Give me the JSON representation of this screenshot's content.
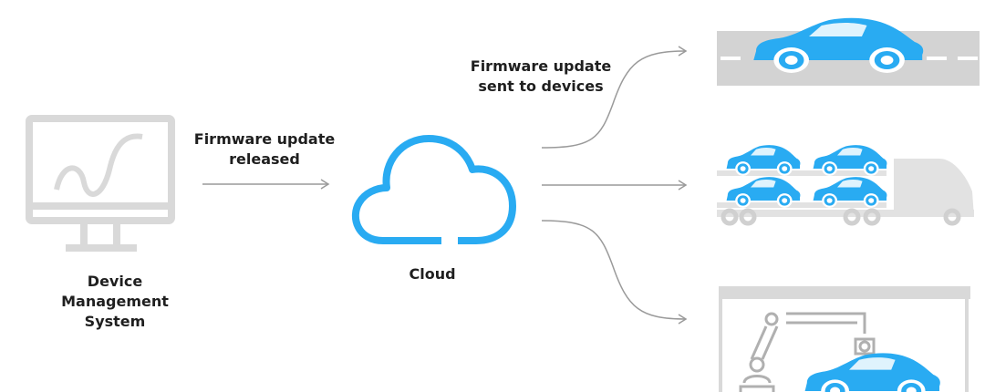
{
  "labels": {
    "dms": [
      "Device",
      "Management",
      "System"
    ],
    "released": [
      "Firmware update",
      "released"
    ],
    "cloud": "Cloud",
    "sent": [
      "Firmware update",
      "sent to devices"
    ]
  },
  "colors": {
    "accent": "#29abf2",
    "gray": "#d9d9d9",
    "line": "#9a9a9a",
    "road": "#d3d3d3"
  },
  "icons": [
    "monitor-icon",
    "cloud-icon",
    "car-on-road-icon",
    "car-carrier-truck-icon",
    "robot-arm-factory-icon"
  ]
}
